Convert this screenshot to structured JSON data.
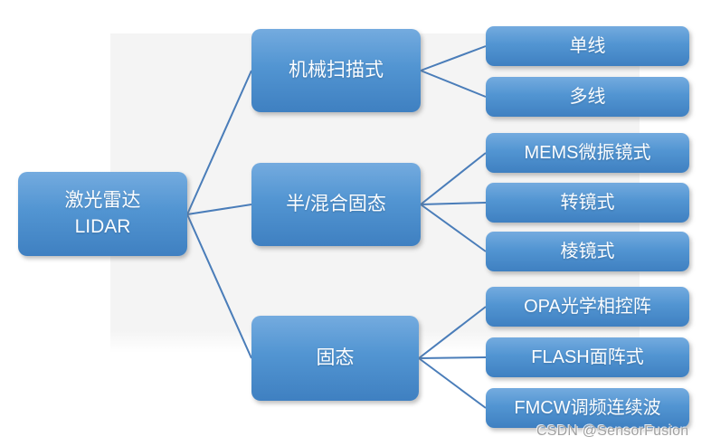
{
  "diagram": {
    "root": {
      "line1": "激光雷达",
      "line2": "LIDAR"
    },
    "branches": [
      {
        "label": "机械扫描式",
        "children": [
          {
            "label": "单线"
          },
          {
            "label": "多线"
          }
        ]
      },
      {
        "label": "半/混合固态",
        "children": [
          {
            "label": "MEMS微振镜式"
          },
          {
            "label": "转镜式"
          },
          {
            "label": "棱镜式"
          }
        ]
      },
      {
        "label": "固态",
        "children": [
          {
            "label": "OPA光学相控阵"
          },
          {
            "label": "FLASH面阵式"
          },
          {
            "label": "FMCW调频连续波"
          }
        ]
      }
    ],
    "colors": {
      "node_gradient_top": "#74ABDF",
      "node_gradient_bottom": "#3F80C1",
      "connector": "#4A7DB9",
      "panel_background": "#f4f4f4",
      "node_text": "#ffffff",
      "watermark_text": "#a0a0a0"
    }
  },
  "watermark": {
    "text": "CSDN @SensorFusion"
  }
}
